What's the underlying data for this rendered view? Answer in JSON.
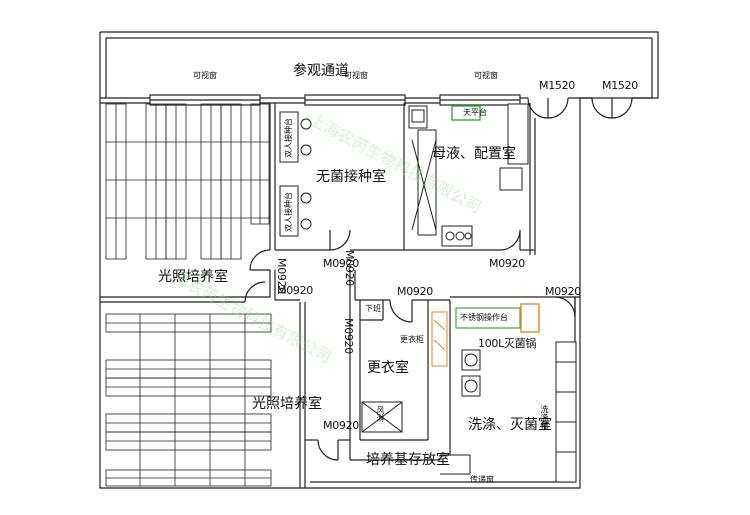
{
  "rooms": {
    "corridor": "参观通道",
    "inoculation": "无菌接种室",
    "mother_liquid": "母液、配置室",
    "light_culture_top": "光照培养室",
    "light_culture_bottom": "光照培养室",
    "changing": "更衣室",
    "washing": "洗涤、灭菌室",
    "medium_storage": "培养基存放室"
  },
  "doors": {
    "m1520_a": "M1520",
    "m1520_b": "M1520",
    "m0920_light_vertical": "M0920",
    "m0920_light_horizontal": "M0920",
    "m0920_inoc_vertical": "M0920",
    "m0920_inoc_horizontal": "M0920",
    "m0920_mother": "M0920",
    "m0920_hall": "M0920",
    "m0920_wash": "M0920",
    "m0920_changing_vertical": "M0920",
    "m0920_storage": "M0920"
  },
  "windows": {
    "view_1": "可视窗",
    "view_2": "可视窗",
    "view_3": "可视窗",
    "pass_window": "传递窗"
  },
  "equipment": {
    "bench_1": "双人接种台",
    "bench_2": "双人接种台",
    "tabletop_1": "天平台",
    "stainless_table": "不锈钢操作台",
    "autoclave": "100L灭菌锅",
    "locker": "更衣柜",
    "shoe_rack": "下班",
    "washing_tank": "洗涤槽",
    "air_shower": "风淋"
  },
  "colors": {
    "wall": "#222222",
    "equipment_green": "#2db32d",
    "autoclave_orange": "#e8822a",
    "locker_orange": "#e8822a"
  }
}
